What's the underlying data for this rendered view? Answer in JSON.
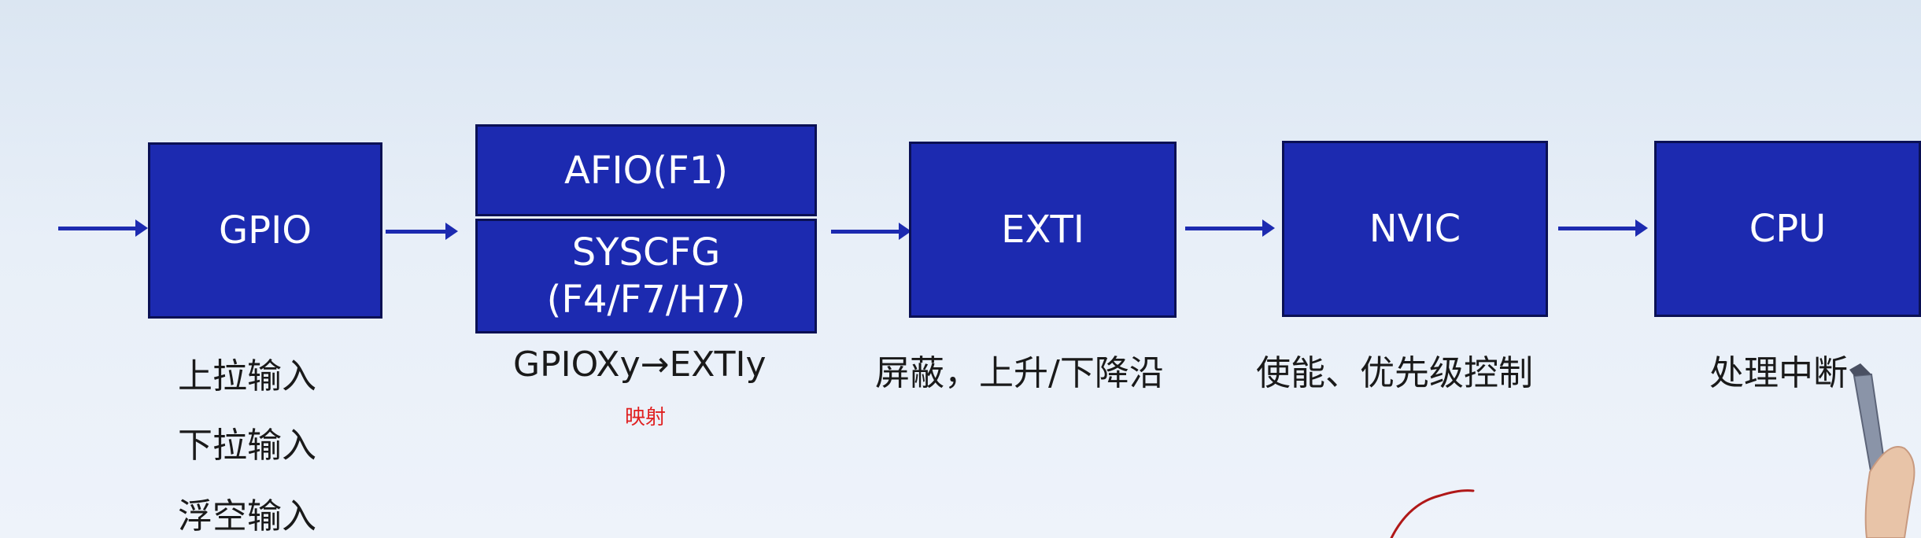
{
  "boxes": {
    "gpio": "GPIO",
    "afio": "AFIO(F1)",
    "syscfg_line1": "SYSCFG",
    "syscfg_line2": "(F4/F7/H7)",
    "exti": "EXTI",
    "nvic": "NVIC",
    "cpu": "CPU"
  },
  "captions": {
    "gpio_modes": [
      "上拉输入",
      "下拉输入",
      "浮空输入"
    ],
    "afio_mapping": "GPIOXy→EXTIy",
    "afio_note": "映射",
    "exti": "屏蔽，上升/下降沿",
    "nvic": "使能、优先级控制",
    "cpu": "处理中断"
  },
  "colors": {
    "box_fill": "#1c2ab0",
    "box_border": "#0a1054",
    "box_text": "#ffffff",
    "arrow": "#1c2ab0",
    "caption_text": "#1a1a1a",
    "note_text": "#e02020",
    "annotation_stroke": "#b01818"
  }
}
